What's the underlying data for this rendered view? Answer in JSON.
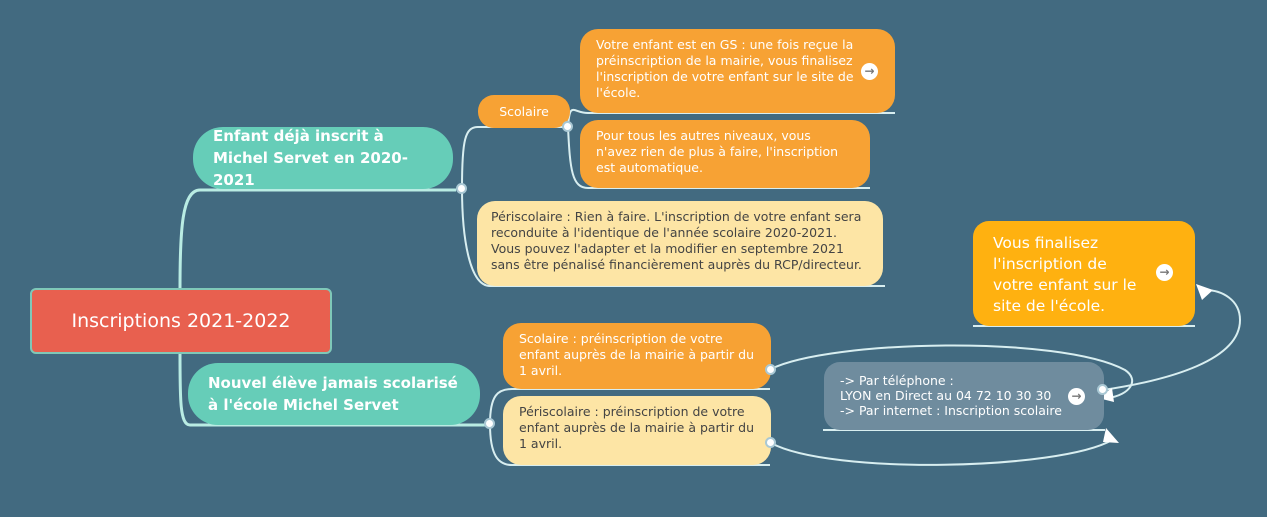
{
  "root": {
    "title": "Inscriptions 2021-2022"
  },
  "branch1": {
    "title": "Enfant déjà inscrit à Michel Servet en 2020-2021",
    "scolaire": {
      "label": "Scolaire",
      "gs": "Votre enfant est en GS : une fois reçue la préinscription de la mairie, vous finalisez l'inscription de votre enfant sur le site de l'école.",
      "autres": "Pour tous les autres niveaux, vous n'avez rien de plus à faire, l'inscription est automatique."
    },
    "periscolaire": "Périscolaire : Rien à faire. L'inscription de votre enfant sera reconduite à l'identique de l'année scolaire 2020-2021. Vous pouvez l'adapter et la modifier en septembre 2021 sans être pénalisé financièrement auprès du RCP/directeur."
  },
  "branch2": {
    "title": "Nouvel élève jamais scolarisé à l'école Michel Servet",
    "scolaire": "Scolaire : préinscription de votre enfant auprès de la mairie à partir du 1 avril.",
    "periscolaire": "Périscolaire : préinscription de votre enfant auprès de la mairie à partir du 1 avril."
  },
  "contact": {
    "line1": "-> Par téléphone :",
    "line2": "LYON en Direct au 04 72 10 30 30",
    "line3": "-> Par internet : Inscription scolaire"
  },
  "finalize": "Vous finalisez l'inscription de votre enfant sur le site de l'école.",
  "icons": {
    "link": "arrow-right-circle-icon",
    "collapse": "collapse-dot-icon"
  },
  "colors": {
    "background": "#426a80",
    "root": "#e8604f",
    "teal": "#66cdb8",
    "orange": "#f7a234",
    "yellow": "#fde5a5",
    "gold": "#ffb110",
    "grey": "#6f8c9e"
  }
}
